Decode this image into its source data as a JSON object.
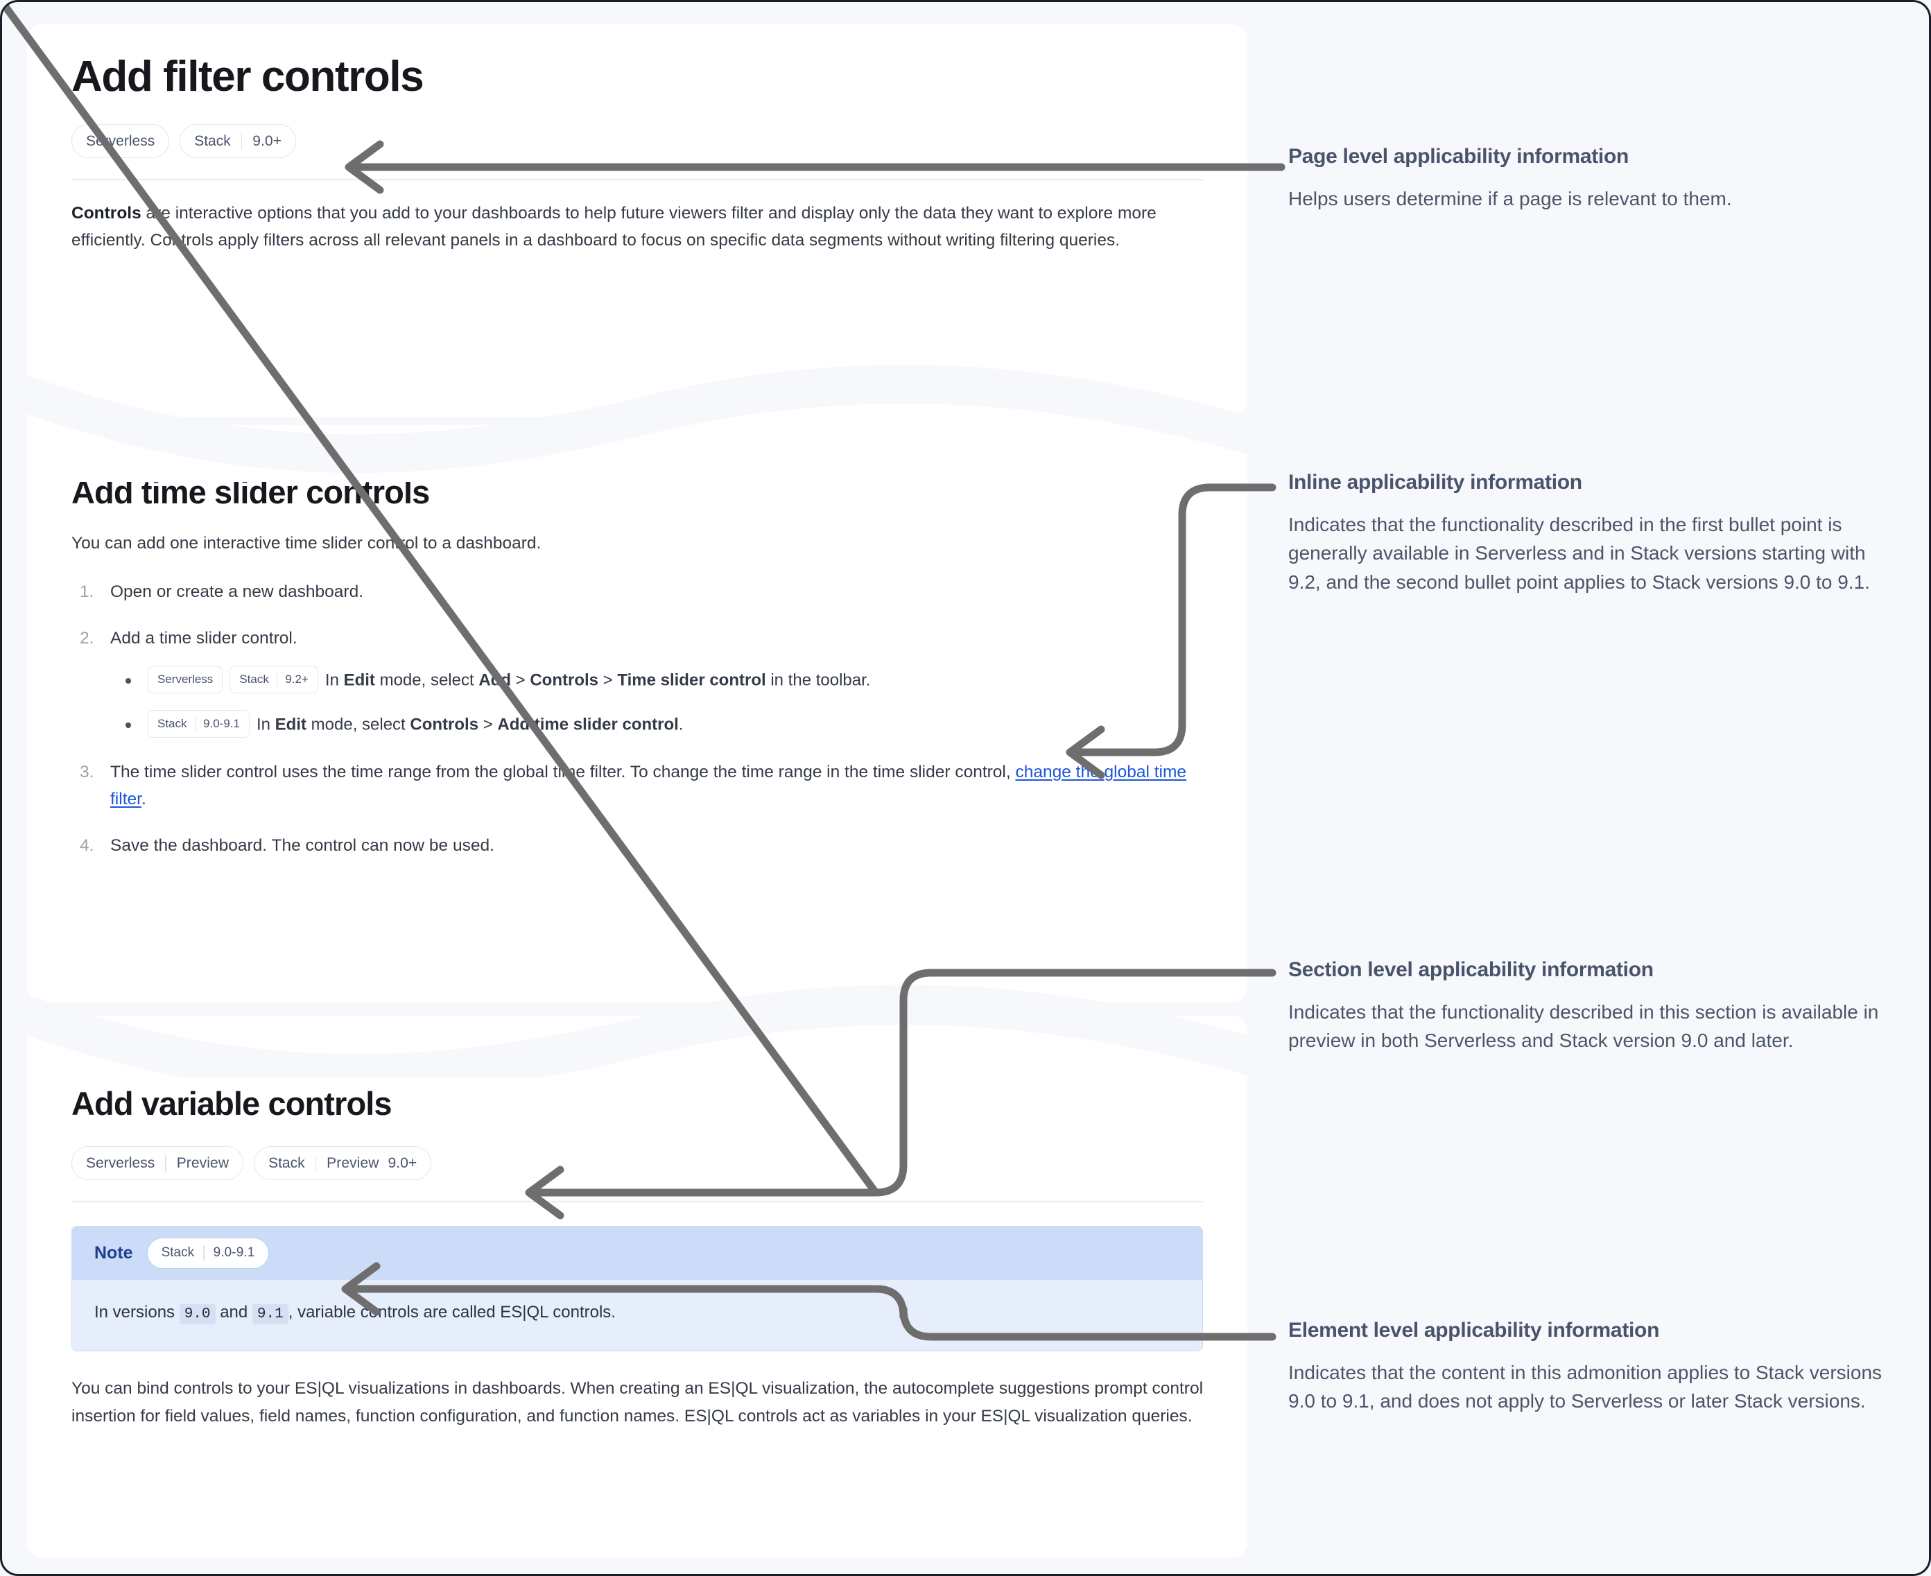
{
  "doc": {
    "page_title": "Add filter controls",
    "page_badges": [
      {
        "name": "Serverless",
        "values": []
      },
      {
        "name": "Stack",
        "values": [
          "9.0+"
        ]
      }
    ],
    "lede": {
      "bold_lead": "Controls",
      "rest": " are interactive options that you add to your dashboards to help future viewers filter and display only the data they want to explore more efficiently. Controls apply filters across all relevant panels in a dashboard to focus on specific data segments without writing filtering queries."
    },
    "section_time_slider": {
      "title": "Add time slider controls",
      "intro": "You can add one interactive time slider control to a dashboard.",
      "steps": [
        {
          "text": "Open or create a new dashboard."
        },
        {
          "text": "Add a time slider control."
        },
        {
          "parts": [
            {
              "t": "The time slider control uses the time range from the global time filter. To change the time range in the time slider control, "
            },
            {
              "t": "change the global time filter",
              "link": true
            },
            {
              "t": "."
            }
          ]
        },
        {
          "text": "Save the dashboard. The control can now be used."
        }
      ],
      "bullets": [
        {
          "badges": [
            {
              "name": "Serverless",
              "values": []
            },
            {
              "name": "Stack",
              "values": [
                "9.2+"
              ]
            }
          ],
          "parts": [
            {
              "t": "In "
            },
            {
              "t": "Edit",
              "b": true
            },
            {
              "t": " mode, select "
            },
            {
              "t": "Add",
              "b": true
            },
            {
              "t": " > "
            },
            {
              "t": "Controls",
              "b": true
            },
            {
              "t": " > "
            },
            {
              "t": "Time slider control",
              "b": true
            },
            {
              "t": " in the toolbar."
            }
          ]
        },
        {
          "badges": [
            {
              "name": "Stack",
              "values": [
                "9.0-9.1"
              ]
            }
          ],
          "parts": [
            {
              "t": "In "
            },
            {
              "t": "Edit",
              "b": true
            },
            {
              "t": " mode, select "
            },
            {
              "t": "Controls",
              "b": true
            },
            {
              "t": " > "
            },
            {
              "t": "Add time slider control",
              "b": true
            },
            {
              "t": "."
            }
          ]
        }
      ]
    },
    "section_variable": {
      "title": "Add variable controls",
      "badges": [
        {
          "name": "Serverless",
          "values": [
            "Preview"
          ]
        },
        {
          "name": "Stack",
          "values": [
            "Preview",
            "9.0+"
          ]
        }
      ],
      "note": {
        "label": "Note",
        "badges": [
          {
            "name": "Stack",
            "values": [
              "9.0-9.1"
            ]
          }
        ],
        "parts": [
          {
            "t": "In versions "
          },
          {
            "t": "9.0",
            "code": true
          },
          {
            "t": " and "
          },
          {
            "t": "9.1",
            "code": true
          },
          {
            "t": ", variable controls are called ES|QL controls."
          }
        ]
      },
      "body": "You can bind controls to your ES|QL visualizations in dashboards. When creating an ES|QL visualization, the autocomplete suggestions prompt control insertion for field values, field names, function configuration, and function names. ES|QL controls act as variables in your ES|QL visualization queries."
    }
  },
  "annotations": [
    {
      "title": "Page level applicability information",
      "text": "Helps users determine if a page is relevant to them."
    },
    {
      "title": "Inline applicability information",
      "text": "Indicates that the functionality described in the first bullet point is generally available in Serverless and in Stack versions starting with 9.2, and the second bullet point applies to Stack versions 9.0 to 9.1."
    },
    {
      "title": "Section level applicability information",
      "text": "Indicates that the functionality described in this section is available in preview in both Serverless and Stack version 9.0 and later."
    },
    {
      "title": "Element level applicability information",
      "text": "Indicates that the content in this admonition applies to Stack versions 9.0 to 9.1, and does not apply to Serverless or later Stack versions."
    }
  ],
  "colors": {
    "page_background": "#f7f8fc",
    "card_background": "#ffffff",
    "heading": "#16181d",
    "body_text": "#343a46",
    "badge_text": "#49536b",
    "link": "#1a56db",
    "arrow": "#6e6e6e",
    "note_header": "#ccdcf8",
    "note_body": "#e6edfb",
    "note_label": "#1d3f8f",
    "annotation_text": "#4b5568"
  }
}
